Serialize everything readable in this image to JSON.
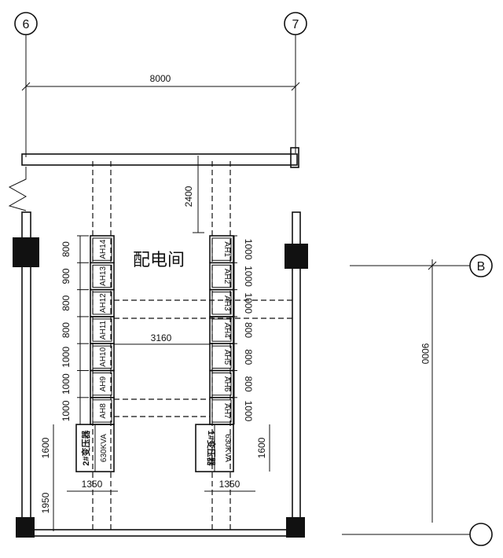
{
  "grid_labels": {
    "axis_6": "6",
    "axis_7": "7",
    "axis_b": "B"
  },
  "dimensions": {
    "span_6_7": "8000",
    "wall_to_cabinet": "2400",
    "aisle_width": "3160",
    "bay_b": "9000",
    "left_base": "1350",
    "right_base": "1350",
    "left_offset": "1950",
    "left_transformer_depth": "1600",
    "right_transformer_depth": "1600"
  },
  "room_label": "配电间",
  "left_row": {
    "cabinets": [
      "AH14",
      "AH13",
      "AH12",
      "AH11",
      "AH10",
      "AH9",
      "AH8"
    ],
    "widths": [
      "800",
      "900",
      "800",
      "800",
      "1000",
      "1000",
      "1000"
    ],
    "transformer": {
      "name": "2#变压器",
      "capacity": "630KVA"
    }
  },
  "right_row": {
    "cabinets": [
      "AH1",
      "AH2",
      "AH3",
      "AH4",
      "AH5",
      "AH6",
      "AH7"
    ],
    "widths": [
      "1000",
      "1000",
      "1000",
      "800",
      "800",
      "800",
      "1000"
    ],
    "transformer": {
      "name": "1#变压器",
      "capacity": "630KVA"
    }
  }
}
